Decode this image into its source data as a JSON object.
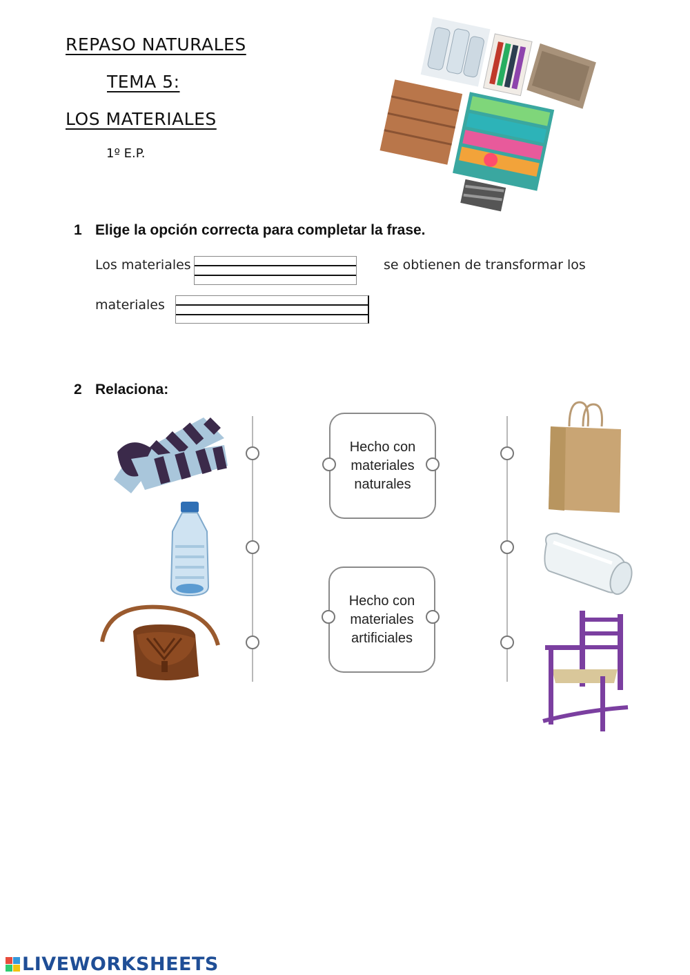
{
  "header": {
    "title_line1": "REPASO NATURALES",
    "title_line2": "TEMA 5:",
    "title_line3": "LOS MATERIALES",
    "grade": "1º E.P."
  },
  "question1": {
    "number": "1",
    "prompt": "Elige la opción correcta para completar la frase.",
    "text_before": "Los materiales",
    "text_middle": "se obtienen de transformar los",
    "text_line2": "materiales"
  },
  "question2": {
    "number": "2",
    "prompt": "Relaciona:",
    "card_natural": "Hecho con\nmateriales\nnaturales",
    "card_artificial": "Hecho con\nmateriales\nartificiales",
    "left_images": [
      "scarf-image",
      "plastic-bottle-image",
      "leather-bag-image"
    ],
    "right_images": [
      "paper-bag-image",
      "glass-jar-image",
      "purple-chair-image"
    ]
  },
  "footer": {
    "brand": "LIVEWORKSHEETS"
  },
  "colors": {
    "brand": "#1f4e96",
    "connector": "#8a8a8a"
  }
}
